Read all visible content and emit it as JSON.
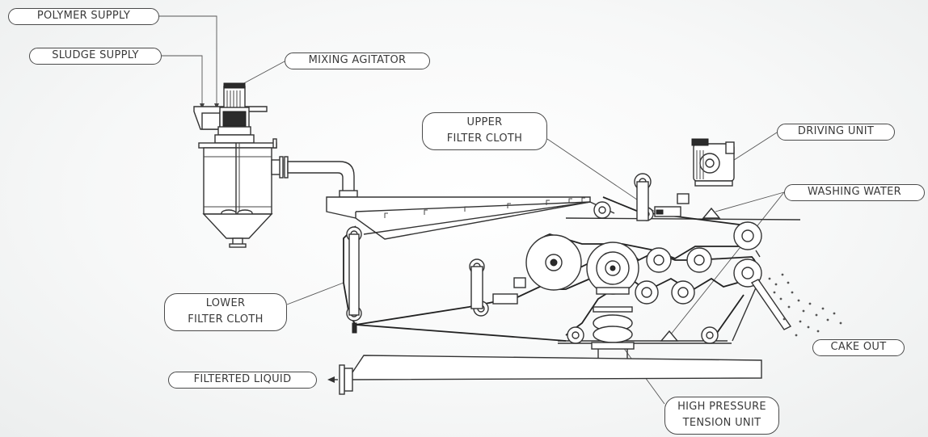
{
  "labels": {
    "polymer_supply": "POLYMER SUPPLY",
    "sludge_supply": "SLUDGE SUPPLY",
    "mixing_agitator": "MIXING AGITATOR",
    "upper_filter_cloth": [
      "UPPER",
      "FILTER CLOTH"
    ],
    "driving_unit": "DRIVING UNIT",
    "washing_water": "WASHING WATER",
    "lower_filter_cloth": [
      "LOWER",
      "FILTER CLOTH"
    ],
    "cake_out": "CAKE OUT",
    "filtered_liquid": "FILTERTED LIQUID",
    "high_pressure_tension_unit": [
      "HIGH PRESSURE",
      "TENSION UNIT"
    ]
  },
  "colors": {
    "line": "#333333",
    "label_border": "#4a4a4a",
    "label_text": "#3a3a3a",
    "background": "#f4f5f5"
  },
  "icons": {
    "flow_arrow": "arrow-left-icon"
  }
}
